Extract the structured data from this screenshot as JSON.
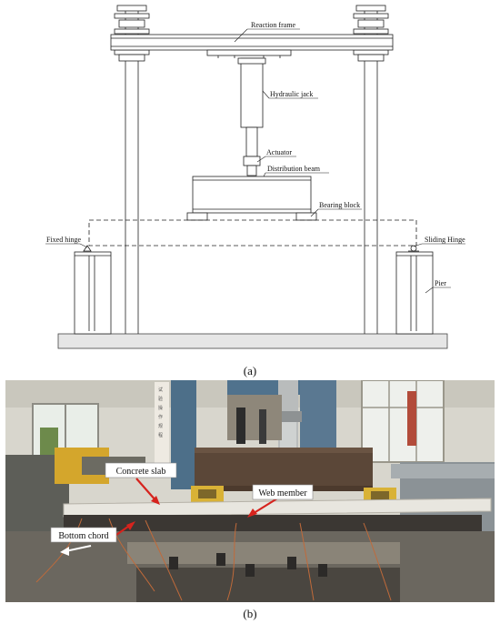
{
  "diagram": {
    "labels": {
      "reaction_frame": "Reaction frame",
      "hydraulic_jack": "Hydraulic jack",
      "actuator": "Actuator",
      "distribution_beam": "Distribution beam",
      "bearing_block": "Bearing block",
      "fixed_hinge": "Fixed hinge",
      "sliding_hinge": "Sliding Hinge",
      "pier": "Pier"
    },
    "caption": "(a)"
  },
  "photo": {
    "labels": {
      "concrete_slab": "Concrete slab",
      "web_member": "Web member",
      "bottom_chord": "Bottom chord"
    },
    "caption": "(b)",
    "colors": {
      "wall": "#d8d6cd",
      "frame_blue": "#4d6f89",
      "slab": "#e8e6df",
      "steel_beam": "#5b4738",
      "yellow_block": "#d9b236",
      "arrow_red": "#d6231d"
    }
  }
}
